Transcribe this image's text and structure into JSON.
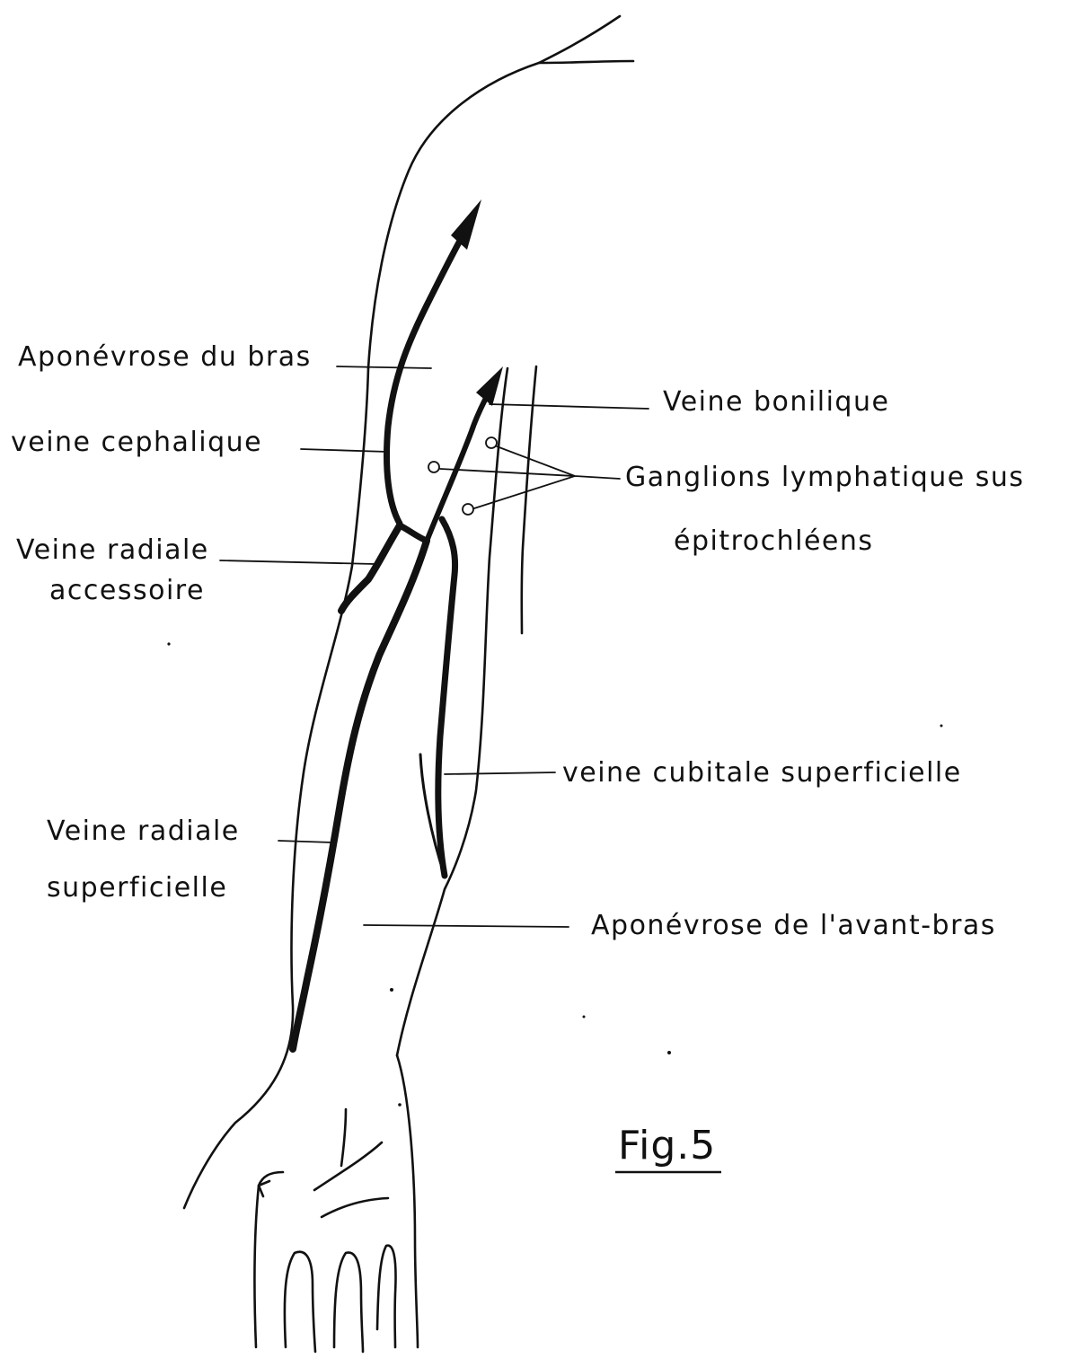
{
  "figure": {
    "title": "Fig.5",
    "labels": {
      "aponevrose_bras": "Aponévrose du bras",
      "veine_cephalique": "veine cephalique",
      "veine_radiale_accessoire_1": "Veine radiale",
      "veine_radiale_accessoire_2": "accessoire",
      "veine_basilique": "Veine bonilique",
      "ganglions_1": "Ganglions lymphatique sus",
      "ganglions_2": "épitrochléens",
      "veine_cubitale": "veine cubitale superficielle",
      "veine_radiale_superficielle_1": "Veine radiale",
      "veine_radiale_superficielle_2": "superficielle",
      "aponevrose_avant_bras": "Aponévrose de l'avant-bras"
    }
  },
  "colors": {
    "ink": "#111111",
    "paper": "#ffffff"
  }
}
